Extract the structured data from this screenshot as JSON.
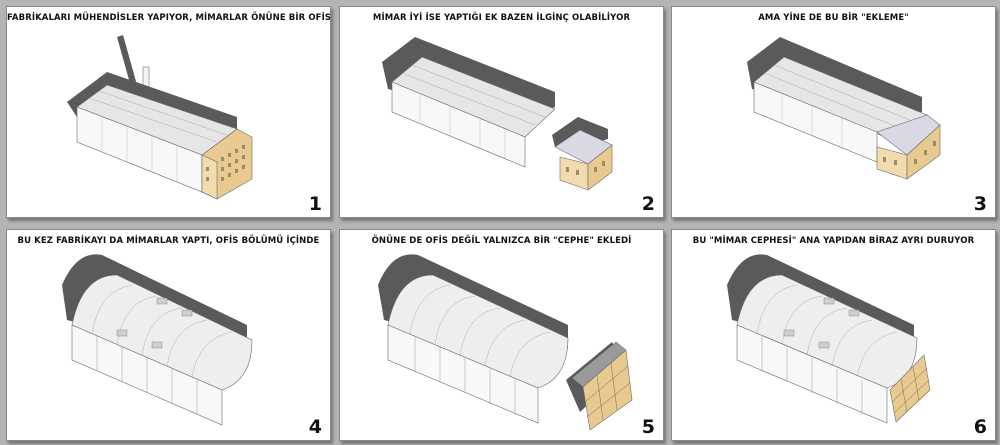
{
  "panels": [
    {
      "caption": "FABRİKALARI MÜHENDİSLER YAPIYOR, MİMARLAR ÖNÜNE BİR OFİS EKLİYOR",
      "number": "1"
    },
    {
      "caption": "MİMAR İYİ İSE YAPTIĞI EK BAZEN İLGİNÇ OLABİLİYOR",
      "number": "2"
    },
    {
      "caption": "AMA YİNE DE BU BİR \"EKLEME\"",
      "number": "3"
    },
    {
      "caption": "BU KEZ FABRİKAYI DA MİMARLAR YAPTI, OFİS BÖLÜMÜ İÇİNDE",
      "number": "4"
    },
    {
      "caption": "ÖNÜNE DE OFİS DEĞİL YALNIZCA BİR \"CEPHE\" EKLEDİ",
      "number": "5"
    },
    {
      "caption": "BU \"MİMAR CEPHESİ\" ANA YAPIDAN BİRAZ AYRI DURUYOR",
      "number": "6"
    }
  ],
  "colors": {
    "background": "#b4b4b4",
    "panel": "#ffffff",
    "shadow": "#5a5a5a",
    "roof": "#e9e9e9",
    "wall": "#f7f7f7",
    "office": "#ecd3a0",
    "line": "#6a6a6a"
  }
}
